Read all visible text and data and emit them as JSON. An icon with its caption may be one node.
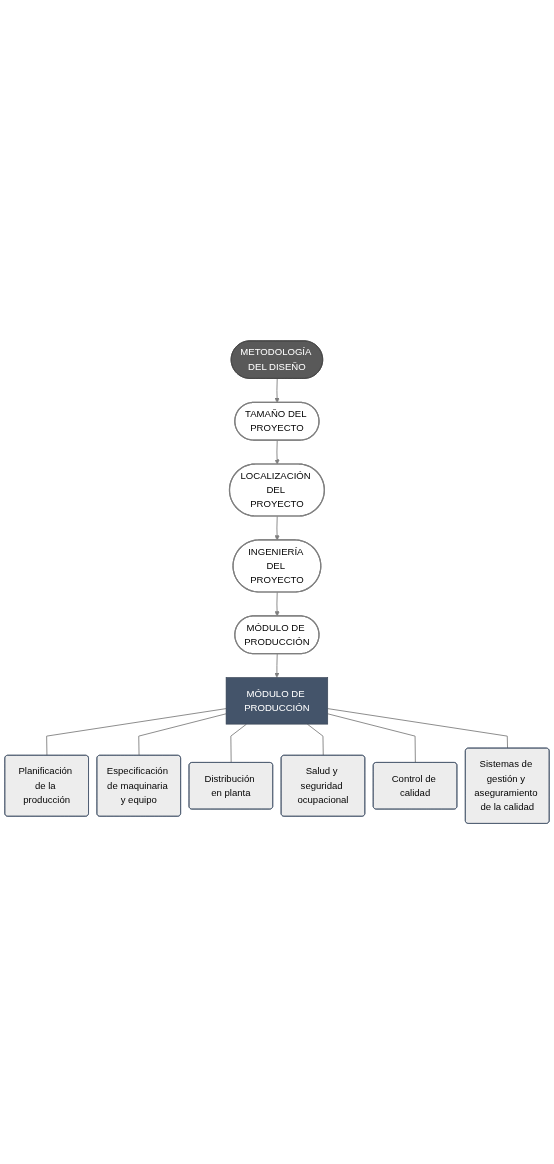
{
  "diagram": {
    "nodes": [
      {
        "text": [
          "METODOLOGÍA DEL DISEÑO"
        ]
      },
      {
        "text": [
          "TAMAÑO DEL PROYECTO"
        ]
      },
      {
        "text": [
          "LOCALIZACIÓN DEL PROYECTO"
        ]
      },
      {
        "text": [
          "INGENIERÍA DEL PROYECTO"
        ]
      },
      {
        "text": [
          "MÓDULO DE PRODUCCIÓN"
        ]
      },
      {
        "text": [
          "MÓDULO DE PRODUCCIÓN"
        ]
      },
      {
        "text": [
          "Planificación de la producción"
        ]
      },
      {
        "text": [
          "Especificación de maquinaria y equipo"
        ]
      },
      {
        "text": [
          "Distribución en planta"
        ]
      },
      {
        "text": [
          "Salud y seguridad ocupacional"
        ]
      },
      {
        "text": [
          "Control de calidad"
        ]
      },
      {
        "text": [
          "Sistemas de gestión y aseguramiento de la calidad"
        ]
      }
    ],
    "edges": [
      {
        "from": 0,
        "to": 1,
        "arrow": "to"
      },
      {
        "from": 1,
        "to": 2,
        "arrow": "to"
      },
      {
        "from": 2,
        "to": 3,
        "arrow": "to"
      },
      {
        "from": 3,
        "to": 4,
        "arrow": "to"
      },
      {
        "from": 4,
        "to": 5,
        "arrow": "to"
      },
      {
        "from": 5,
        "to": 6,
        "arrow": "none"
      },
      {
        "from": 5,
        "to": 7,
        "arrow": "none"
      },
      {
        "from": 5,
        "to": 8,
        "arrow": "none"
      },
      {
        "from": 5,
        "to": 9,
        "arrow": "none"
      },
      {
        "from": 5,
        "to": 10,
        "arrow": "none"
      },
      {
        "from": 5,
        "to": 11,
        "arrow": "none"
      }
    ]
  }
}
